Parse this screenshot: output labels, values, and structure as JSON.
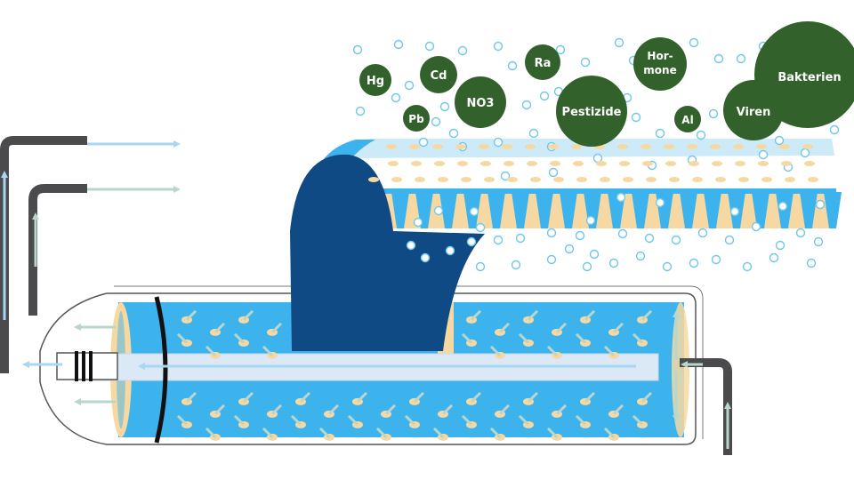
{
  "colors": {
    "contaminant": "#33612c",
    "membrane_light": "#cdeaf8",
    "membrane_mid": "#3db3ee",
    "membrane_dark": "#0f4a85",
    "tan": "#f6d9a2",
    "pipe": "#4b4b4d",
    "arrow_blue": "#a9d6f1",
    "arrow_green": "#b9d6cc",
    "bubble": "#6ec7ee"
  },
  "contaminants": {
    "hg": "Hg",
    "cd": "Cd",
    "ra": "Ra",
    "hormone_1": "Hor-",
    "hormone_2": "mone",
    "pb": "Pb",
    "no3": "NO3",
    "pestizide": "Pestizide",
    "al": "Al",
    "viren": "Viren",
    "bakterien": "Bakterien"
  }
}
